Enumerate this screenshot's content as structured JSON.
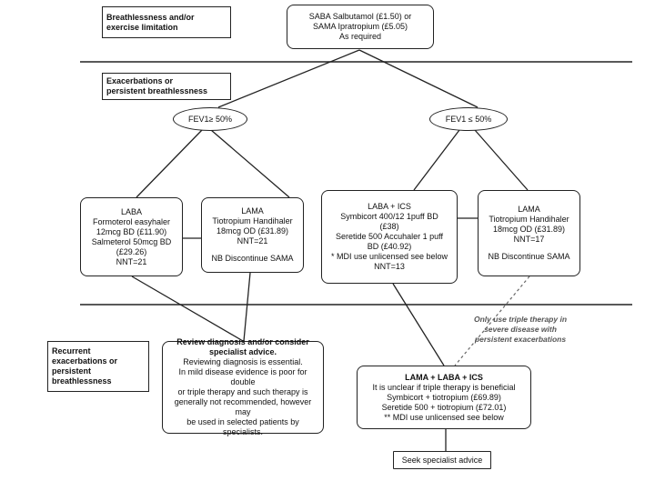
{
  "labels": {
    "row1": [
      "Breathlessness and/or",
      "exercise limitation"
    ],
    "row2": [
      "Exacerbations or",
      "persistent breathlessness"
    ],
    "row3": [
      "Recurrent",
      "exacerbations or",
      "persistent",
      "breathlessness"
    ]
  },
  "top_box": [
    "SABA Salbutamol (£1.50) or",
    "SAMA Ipratropium (£5.05)",
    "As required"
  ],
  "ellipses": {
    "left": "FEV1≥ 50%",
    "right": "FEV1 ≤ 50%"
  },
  "box_laba": [
    "LABA",
    "Formoterol easyhaler",
    "12mcg BD (£11.90)",
    "Salmeterol 50mcg BD",
    "(£29.26)",
    "NNT=21"
  ],
  "box_lama_left": [
    "LAMA",
    "Tiotropium Handihaler",
    "18mcg OD (£31.89)",
    "NNT=21",
    "",
    "NB Discontinue SAMA"
  ],
  "box_laba_ics": [
    "LABA + ICS",
    "Symbicort 400/12 1puff BD",
    "(£38)",
    "Seretide 500 Accuhaler 1 puff",
    "BD (£40.92)",
    "* MDI use unlicensed see below",
    "NNT=13"
  ],
  "box_lama_right": [
    "LAMA",
    "Tiotropium Handihaler",
    "18mcg OD (£31.89)",
    "NNT=17",
    "",
    "NB Discontinue SAMA"
  ],
  "review_box": [
    "Review diagnosis and/or consider",
    "specialist advice.",
    "Reviewing diagnosis is essential.",
    "In mild disease evidence is poor for double",
    "or triple therapy and such therapy is",
    "generally not recommended, however may",
    "be used in selected patients by specialists."
  ],
  "triple_box": [
    "LAMA + LABA + ICS",
    "It is unclear if triple therapy is beneficial",
    "Symbicort + tiotropium (£69.89)",
    "Seretide 500 + tiotropium (£72.01)",
    "** MDI use unlicensed see below"
  ],
  "triple_note": [
    "Only use triple therapy in",
    "severe disease with",
    "persistent exacerbations"
  ],
  "specialist_box": "Seek specialist advice",
  "colors": {
    "line": "#222222",
    "note": "#555555"
  }
}
